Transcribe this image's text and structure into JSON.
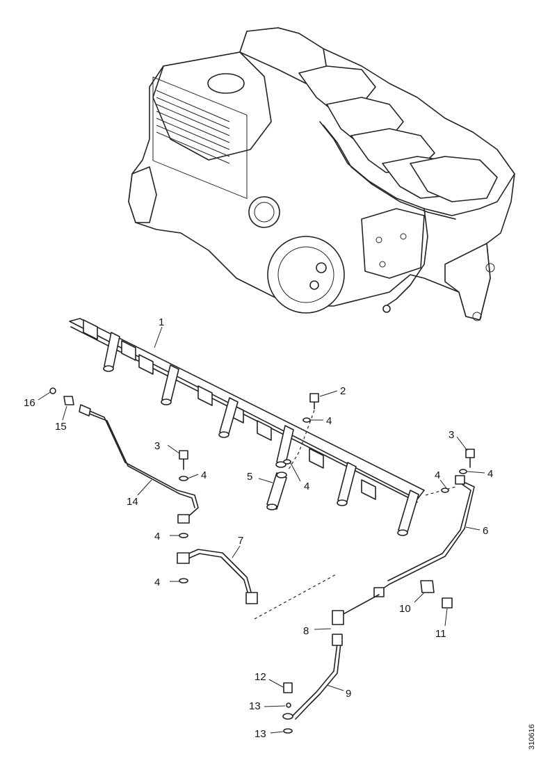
{
  "document_id": "310616",
  "callouts": {
    "c1": "1",
    "c2": "2",
    "c3a": "3",
    "c3b": "3",
    "c4a": "4",
    "c4b": "4",
    "c4c": "4",
    "c4d": "4",
    "c4e": "4",
    "c4f": "4",
    "c4g": "4",
    "c5": "5",
    "c6": "6",
    "c7": "7",
    "c8": "8",
    "c9": "9",
    "c10": "10",
    "c11": "11",
    "c12": "12",
    "c13a": "13",
    "c13b": "13",
    "c14": "14",
    "c15": "15",
    "c16": "16"
  }
}
